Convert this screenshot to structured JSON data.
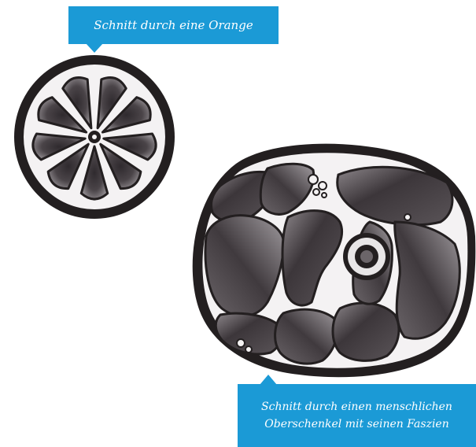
{
  "labels": {
    "orange": "Schnitt durch eine Orange",
    "thigh_line1": "Schnitt durch einen menschlichen",
    "thigh_line2": "Oberschenkel mit seinen Faszien"
  },
  "colors": {
    "callout": "#1b9ad6",
    "ink": "#231f20",
    "segment_dark": "#3a3438",
    "segment_mid": "#6e676c",
    "segment_light": "#b4b0b3",
    "fascia": "#f4f2f3"
  },
  "orange": {
    "segment_count": 9
  }
}
